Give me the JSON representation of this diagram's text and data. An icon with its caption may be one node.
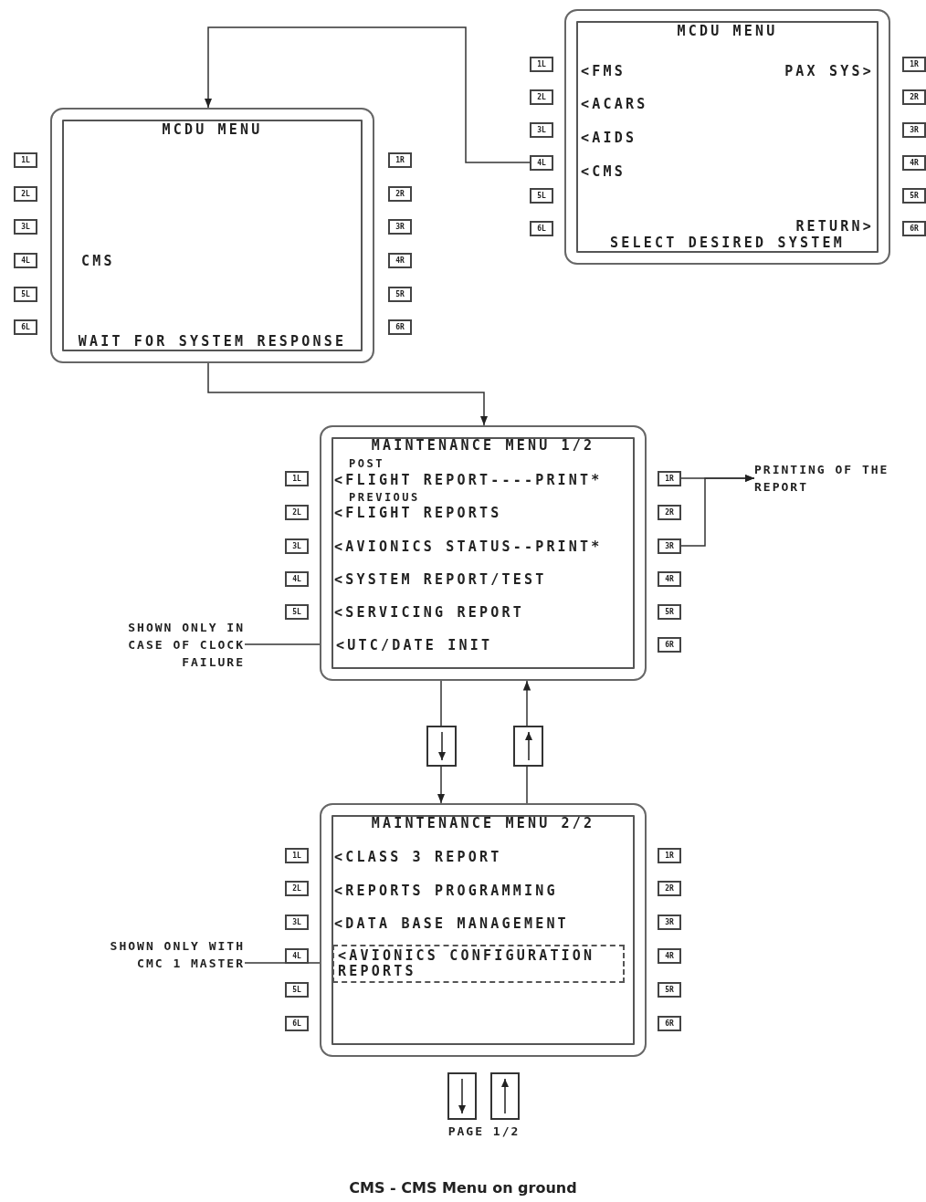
{
  "diagram": {
    "caption": "CMS - CMS Menu on ground",
    "nodes": [
      {
        "text": [
          "MCDU MENU",
          "<FMS",
          "<ACARS",
          "<AIDS",
          "<CMS",
          "PAX SYS>",
          "RETURN>",
          "SELECT DESIRED SYSTEM"
        ]
      },
      {
        "text": [
          "4L"
        ]
      },
      {
        "text": [
          "MCDU MENU",
          "CMS",
          "WAIT FOR SYSTEM RESPONSE"
        ]
      },
      {
        "text": [
          "MAINTENANCE MENU 1/2",
          "POST",
          "<FLIGHT REPORT----PRINT*",
          "PREVIOUS",
          "<FLIGHT REPORTS",
          "<AVIONICS STATUS--PRINT*",
          "<SYSTEM REPORT/TEST",
          "<SERVICING REPORT"
        ]
      },
      {
        "text": [
          "1R"
        ]
      },
      {
        "text": [
          "3R"
        ]
      },
      {
        "text": [
          "PRINTING OF THE REPORT"
        ]
      },
      {
        "text": [
          "SHOWN ONLY IN CASE OF CLOCK FAILURE"
        ]
      },
      {
        "text": [
          "<UTC/DATE INIT"
        ],
        "in": 3
      },
      {
        "text": [],
        "shape": "box"
      },
      {
        "text": [],
        "shape": "box"
      },
      {
        "text": [
          "MAINTENANCE MENU 2/2",
          "<CLASS 3 REPORT",
          "<REPORTS PROGRAMMING",
          "<DATA BASE MANAGEMENT"
        ]
      },
      {
        "text": [
          "SHOWN ONLY WITH CMC 1 MASTER"
        ]
      },
      {
        "text": [
          "<AVIONICS CONFIGURATION REPORTS"
        ],
        "in": 11
      },
      {
        "text": [],
        "shape": "box"
      },
      {
        "text": [],
        "shape": "box"
      }
    ],
    "edges": [
      {
        "from": 1,
        "to": 2,
        "arrow": "to"
      },
      {
        "from": 2,
        "to": 3,
        "arrow": "to"
      },
      {
        "from": 4,
        "to": 6,
        "arrow": "to"
      },
      {
        "from": 5,
        "to": 6,
        "arrow": "to"
      },
      {
        "from": 7,
        "to": 8,
        "arrow": "none"
      },
      {
        "from": 3,
        "to": 9,
        "arrow": "none"
      },
      {
        "from": 9,
        "to": 11,
        "arrow": "to"
      },
      {
        "from": 11,
        "to": 10,
        "arrow": "none"
      },
      {
        "from": 10,
        "to": 3,
        "arrow": "to"
      },
      {
        "from": 12,
        "to": 13,
        "arrow": "none"
      }
    ],
    "labels": [
      "1L",
      "2L",
      "3L",
      "5L",
      "6L",
      "1R",
      "2R",
      "3R",
      "4R",
      "5R",
      "6R",
      "1L",
      "2L",
      "3L",
      "4L",
      "5L",
      "6L",
      "1R",
      "2R",
      "3R",
      "4R",
      "5R",
      "6R",
      "1L",
      "2L",
      "3L",
      "4L",
      "5L",
      "2R",
      "4R",
      "5R",
      "6R",
      "1L",
      "2L",
      "3L",
      "4L",
      "5L",
      "6L",
      "1R",
      "2R",
      "3R",
      "4R",
      "5R",
      "6R",
      "PAGE 1/2"
    ]
  }
}
